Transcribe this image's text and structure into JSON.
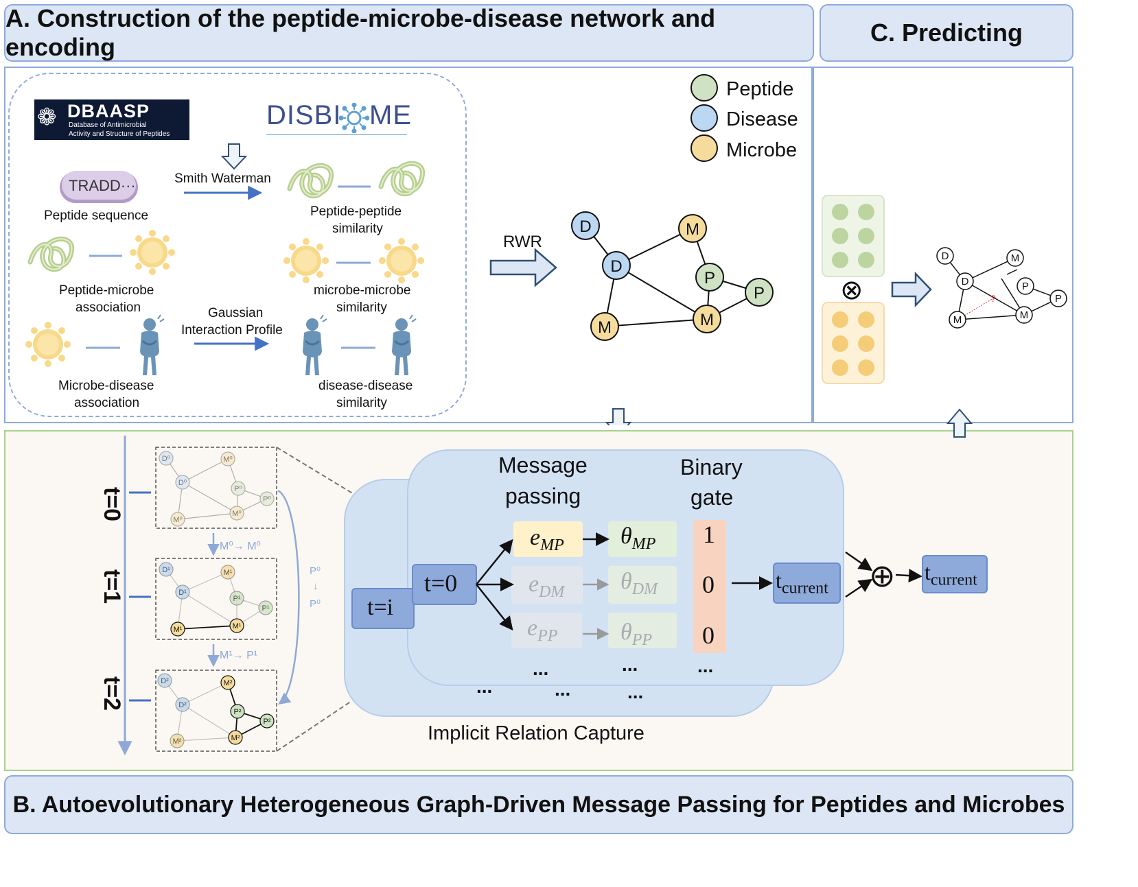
{
  "headers": {
    "a": "A. Construction of the peptide-microbe-disease network and encoding",
    "b": "B. Autoevolutionary Heterogeneous Graph-Driven Message Passing for Peptides and Microbes",
    "c": "C. Predicting"
  },
  "colors": {
    "peptide": "#cfe3c4",
    "disease": "#bcd7f2",
    "microbe": "#f6dc9c",
    "arrow_blue": "#4472c4",
    "header_bg": "#dce6f4",
    "border": "#8eaadb"
  },
  "legend": [
    {
      "label": "Peptide",
      "color": "#cfe3c4"
    },
    {
      "label": "Disease",
      "color": "#bcd7f2"
    },
    {
      "label": "Microbe",
      "color": "#f6dc9c"
    }
  ],
  "panel_a": {
    "dbaasp_title": "DBAASP",
    "dbaasp_sub1": "Database of Antimicrobial",
    "dbaasp_sub2": "Activity and Structure of Peptides",
    "disbiome_left": "DISBI",
    "disbiome_right": "ME",
    "tradd": "TRADD···",
    "smith_waterman": "Smith Waterman",
    "peptide_sequence": "Peptide sequence",
    "pp_sim_1": "Peptide-peptide",
    "pp_sim_2": "similarity",
    "pm_assoc_1": "Peptide-microbe",
    "pm_assoc_2": "association",
    "mm_sim_1": "microbe-microbe",
    "mm_sim_2": "similarity",
    "gip_1": "Gaussian",
    "gip_2": "Interaction Profile",
    "md_assoc_1": "Microbe-disease",
    "md_assoc_2": "association",
    "dd_sim_1": "disease-disease",
    "dd_sim_2": "similarity",
    "rwr": "RWR",
    "nodes": {
      "d": "D",
      "m": "M",
      "p": "P"
    }
  },
  "panel_b": {
    "t0": "t=0",
    "t1": "t=1",
    "t2": "t=2",
    "step1": "M⁰→ M⁰",
    "step2": "M¹→ P¹",
    "p0_top": "P⁰",
    "p0_arrow": "↓",
    "p0_bottom": "P⁰",
    "mp_title_1": "Message",
    "mp_title_2": "passing",
    "bg_title_1": "Binary",
    "bg_title_2": "gate",
    "ti": "t=i",
    "t0_box": "t=0",
    "e_mp": "e",
    "e_mp_sub": "MP",
    "e_dm": "e",
    "e_dm_sub": "DM",
    "e_pp": "e",
    "e_pp_sub": "PP",
    "theta_mp": "θ",
    "theta_mp_sub": "MP",
    "theta_dm": "θ",
    "theta_dm_sub": "DM",
    "theta_pp": "θ",
    "theta_pp_sub": "PP",
    "gate_1": "1",
    "gate_2": "0",
    "gate_3": "0",
    "dots": "...",
    "t_current_1": "t",
    "t_current_1_sub": "current",
    "t_current_2": "t",
    "t_current_2_sub": "current",
    "oplus": "⊕",
    "caption": "Implicit Relation Capture",
    "mini": {
      "t0": {
        "d": "D⁰",
        "m": "M⁰",
        "p": "P⁰"
      },
      "t1": {
        "d": "D¹",
        "m": "M¹",
        "p": "P¹"
      },
      "t2": {
        "d": "D²",
        "m": "M²",
        "p": "P²"
      }
    }
  },
  "panel_c": {
    "otimes": "⊗",
    "question": "?",
    "nodes": {
      "d": "D",
      "m": "M",
      "p": "P"
    }
  }
}
